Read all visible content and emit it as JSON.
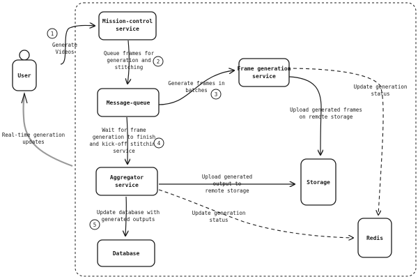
{
  "nodes": {
    "user": "User",
    "mission_control": [
      "Mission-control",
      "service"
    ],
    "message_queue": "Message-queue",
    "frame_generation": [
      "Frame generation",
      "service"
    ],
    "aggregator": [
      "Aggregator",
      "service"
    ],
    "storage": "Storage",
    "database": "Database",
    "redis": "Redis"
  },
  "edges": {
    "generate_videos": [
      "Generate",
      "Videos"
    ],
    "queue_frames": [
      "Queue frames for",
      "generation and",
      "stitching"
    ],
    "generate_frames": [
      "Generate frames in",
      "batches"
    ],
    "update_status_frame": [
      "Update generation",
      "status"
    ],
    "upload_frames": [
      "Upload generated frames",
      "on remote storage"
    ],
    "wait_for_frames": [
      "Wait for frame",
      "generation to finish",
      "and kick-off stitching",
      "service"
    ],
    "realtime_updates": [
      "Real-time generation",
      "updates"
    ],
    "upload_output": [
      "Upload generated",
      "output to",
      "remote storage"
    ],
    "update_status_aggregator": [
      "Update generation",
      "status"
    ],
    "update_database": [
      "Update database with",
      "generated outputs"
    ]
  },
  "steps": [
    "1",
    "2",
    "3",
    "4",
    "5"
  ]
}
